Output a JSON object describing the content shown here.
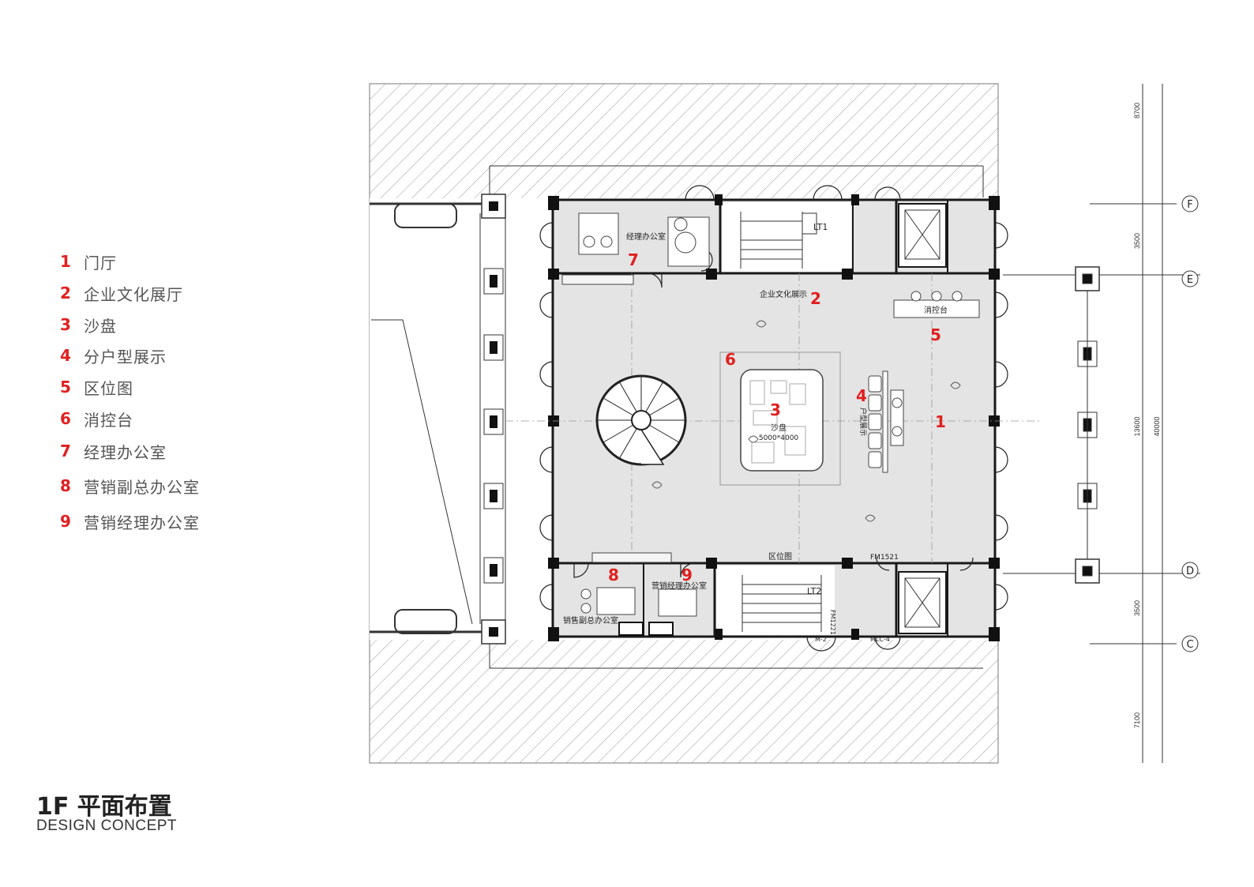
{
  "legend": [
    {
      "num": "1",
      "text": "门厅"
    },
    {
      "num": "2",
      "text": "企业文化展厅"
    },
    {
      "num": "3",
      "text": "沙盘"
    },
    {
      "num": "4",
      "text": "分户型展示"
    },
    {
      "num": "5",
      "text": "区位图"
    },
    {
      "num": "6",
      "text": "消控台"
    },
    {
      "num": "7",
      "text": "经理办公室"
    },
    {
      "num": "8",
      "text": "营销副总办公室"
    },
    {
      "num": "9",
      "text": "营销经理办公室"
    }
  ],
  "title": "1F 平面布置",
  "subtitle": "DESIGN CONCEPT",
  "plan": {
    "room_labels": {
      "manager_office": "经理办公室",
      "culture_display": "企业文化展示",
      "fire_control": "消控台",
      "sand_table": "沙盘",
      "sand_table_size": "5000*4000",
      "unit_display": "户型展示",
      "location_map": "区位图",
      "sales_deputy_office": "销售副总办公室",
      "sales_manager_office": "营销经理办公室",
      "lt1": "LT1",
      "lt2": "LT2",
      "fm1521": "FM1521",
      "m2": "M-2",
      "mlc4": "MLC-4",
      "fm1221": "FM1221"
    },
    "markers": {
      "m1": "1",
      "m2": "2",
      "m3": "3",
      "m4": "4",
      "m5": "5",
      "m6": "6",
      "m7": "7",
      "m8": "8",
      "m9": "9"
    },
    "dimensions": [
      "8700",
      "3500",
      "13600",
      "40000",
      "3500",
      "7100"
    ],
    "grid_axes": [
      "F",
      "E",
      "D",
      "C"
    ]
  },
  "colors": {
    "marker": "#e02020",
    "floor": "#e4e4e4",
    "wall": "#1a1a1a"
  }
}
